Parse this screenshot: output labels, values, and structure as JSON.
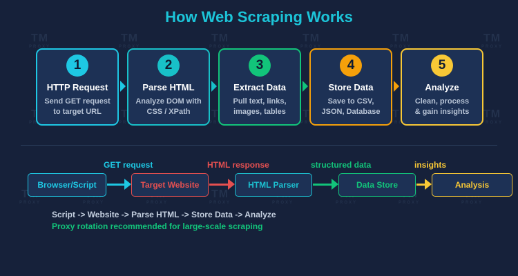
{
  "title": "How Web Scraping Works",
  "watermark": "TM PROXY",
  "steps": [
    {
      "num": "1",
      "title": "HTTP Request",
      "desc1": "Send GET request",
      "desc2": "to target URL",
      "color": "#1ec8e4"
    },
    {
      "num": "2",
      "title": "Parse HTML",
      "desc1": "Analyze DOM with",
      "desc2": "CSS / XPath",
      "color": "#18c0c8"
    },
    {
      "num": "3",
      "title": "Extract Data",
      "desc1": "Pull text, links,",
      "desc2": "images, tables",
      "color": "#12c47a"
    },
    {
      "num": "4",
      "title": "Store Data",
      "desc1": "Save to CSV,",
      "desc2": "JSON, Database",
      "color": "#f5a00a"
    },
    {
      "num": "5",
      "title": "Analyze",
      "desc1": "Clean, process",
      "desc2": "& gain insights",
      "color": "#f8c836"
    }
  ],
  "flow": {
    "nodes": [
      {
        "label": "Browser/Script",
        "color": "#1ec8e4"
      },
      {
        "label": "Target Website",
        "color": "#e55050"
      },
      {
        "label": "HTML Parser",
        "color": "#1cc0d0"
      },
      {
        "label": "Data Store",
        "color": "#12c47a"
      },
      {
        "label": "Analysis",
        "color": "#f8c836"
      }
    ],
    "edges": [
      {
        "label": "GET request",
        "color": "#1ec8e4"
      },
      {
        "label": "HTML response",
        "color": "#e55050"
      },
      {
        "label": "structured data",
        "color": "#12c47a"
      },
      {
        "label": "insights",
        "color": "#f8c836"
      }
    ]
  },
  "notes": {
    "summary": "Script -> Website -> Parse HTML -> Store Data -> Analyze",
    "tip": "Proxy rotation recommended for large-scale scraping"
  }
}
